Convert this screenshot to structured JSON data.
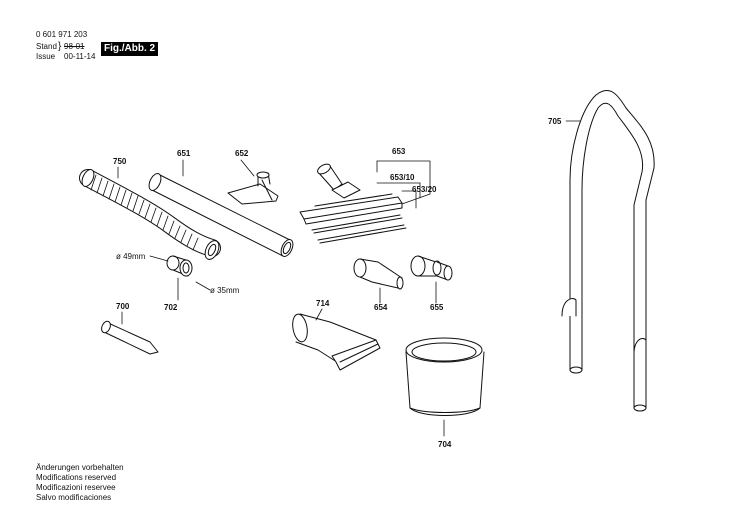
{
  "header": {
    "doc_number": "0 601 971 203",
    "stand_label": "Stand",
    "stand_value": "98-01",
    "issue_label": "Issue",
    "issue_value": "00-11-14",
    "figure_label": "Fig./Abb. 2"
  },
  "callouts": {
    "p750": "750",
    "p651": "651",
    "p652": "652",
    "p653": "653",
    "p653_10": "653/10",
    "p653_20": "653/20",
    "p705": "705",
    "p700": "700",
    "p702": "702",
    "p714": "714",
    "p654": "654",
    "p655": "655",
    "p704": "704"
  },
  "dimensions": {
    "d49": "ø 49mm",
    "d35": "ø 35mm"
  },
  "notes": [
    "Änderungen vorbehalten",
    "Modifications reserved",
    "Modificazioni reservee",
    "Salvo modificaciones"
  ]
}
